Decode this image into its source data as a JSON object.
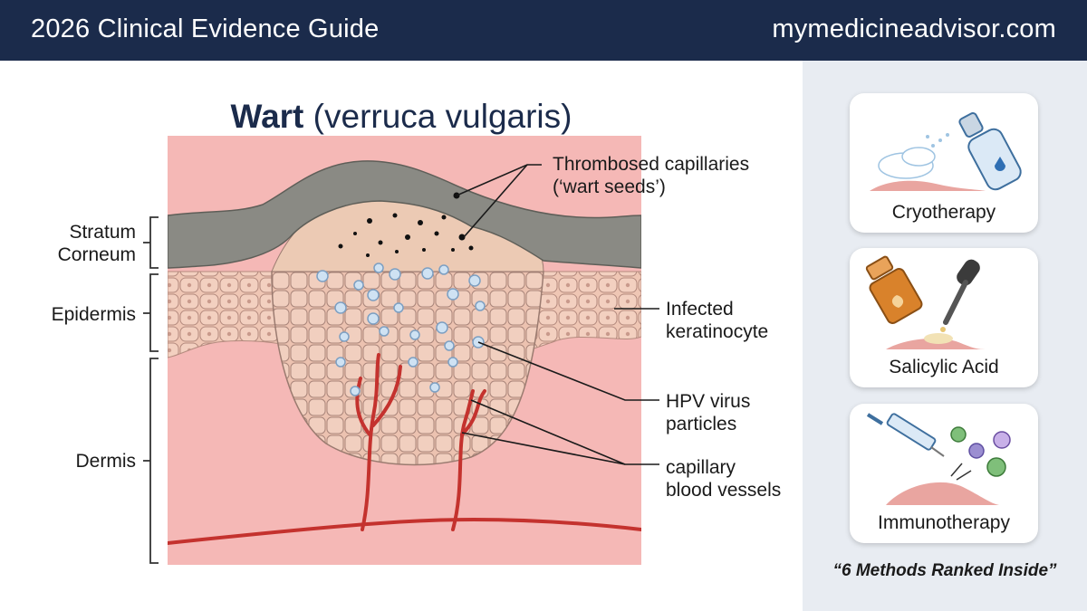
{
  "header": {
    "brand": "2026 Clinical Evidence Guide",
    "site": "mymedicineadvisor.com"
  },
  "diagram": {
    "title_bold": "Wart",
    "title_rest": " (verruca vulgaris)",
    "layers": {
      "stratum_corneum": "Stratum\nCorneum",
      "epidermis": "Epidermis",
      "dermis": "Dermis"
    },
    "callouts": {
      "thrombosed": "Thrombosed capillaries\n(‘wart seeds’)",
      "keratinocyte": "Infected\nkeratinocyte",
      "hpv": "HPV virus\nparticles",
      "capillary": "capillary\nblood vessels"
    },
    "colors": {
      "dermis": "#f5b8b6",
      "epidermis": "#efc6b4",
      "corneum": "#8a8a84",
      "vessel": "#c4322e",
      "virus": "#cfe2f3"
    }
  },
  "treatments": [
    {
      "label": "Cryotherapy",
      "icon": "spray-can-icon"
    },
    {
      "label": "Salicylic Acid",
      "icon": "dropper-bottle-icon"
    },
    {
      "label": "Immunotherapy",
      "icon": "syringe-icon"
    }
  ],
  "note": "“6 Methods Ranked Inside”"
}
